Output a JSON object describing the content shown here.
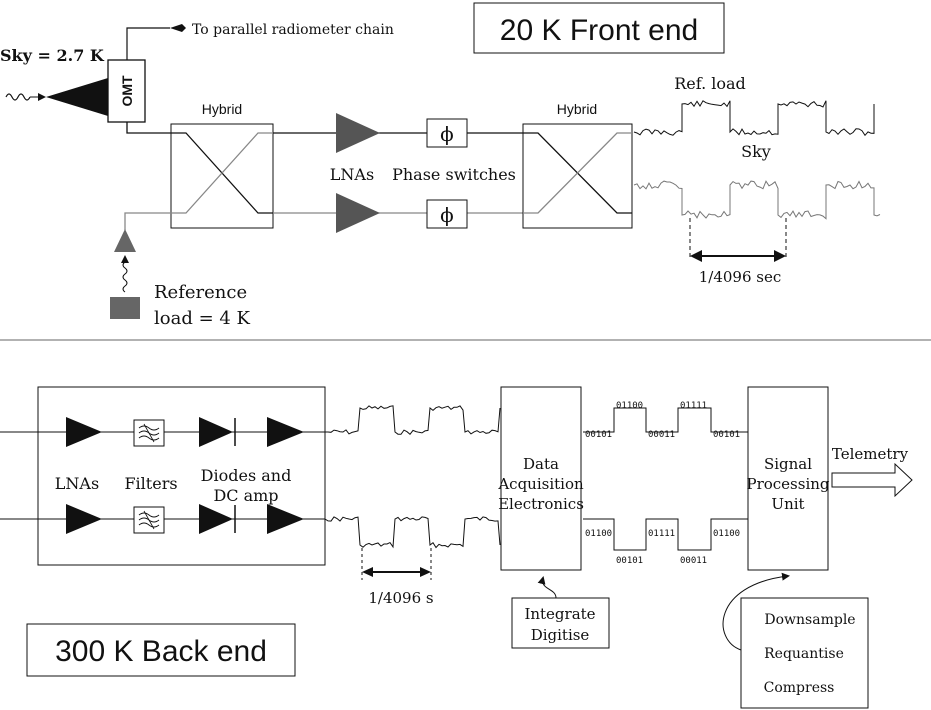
{
  "front_end": {
    "title": "20 K Front end",
    "sky_label": "Sky = 2.7 K",
    "omt_label": "OMT",
    "parallel_label": "To parallel radiometer chain",
    "hybrid_left": "Hybrid",
    "hybrid_right": "Hybrid",
    "lnas": "LNAs",
    "phase_switches": "Phase switches",
    "phase_symbol": "ϕ",
    "reference_line1": "Reference",
    "reference_line2": "load = 4 K",
    "ref_load_label": "Ref. load",
    "sky_wave_label": "Sky",
    "period_label": "1/4096 sec"
  },
  "back_end": {
    "title": "300 K Back end",
    "lnas": "LNAs",
    "filters": "Filters",
    "diodes_line1": "Diodes and",
    "diodes_line2": "DC amp",
    "period_label": "1/4096 s",
    "daq_line1": "Data",
    "daq_line2": "Acquisition",
    "daq_line3": "Electronics",
    "integrate_line1": "Integrate",
    "integrate_line2": "Digitise",
    "spu_line1": "Signal",
    "spu_line2": "Processing",
    "spu_line3": "Unit",
    "telemetry": "Telemetry",
    "ops": [
      "Downsample",
      "Requantise",
      "Compress"
    ],
    "bits_top": [
      "00101",
      "01100",
      "00011",
      "01111",
      "00101"
    ],
    "bits_bottom": [
      "01100",
      "00101",
      "01111",
      "00011",
      "01100"
    ]
  },
  "colors": {
    "ink": "#111111",
    "grey_path": "#888888",
    "amp_fill": "#555555",
    "ref_load_fill": "#666666"
  }
}
